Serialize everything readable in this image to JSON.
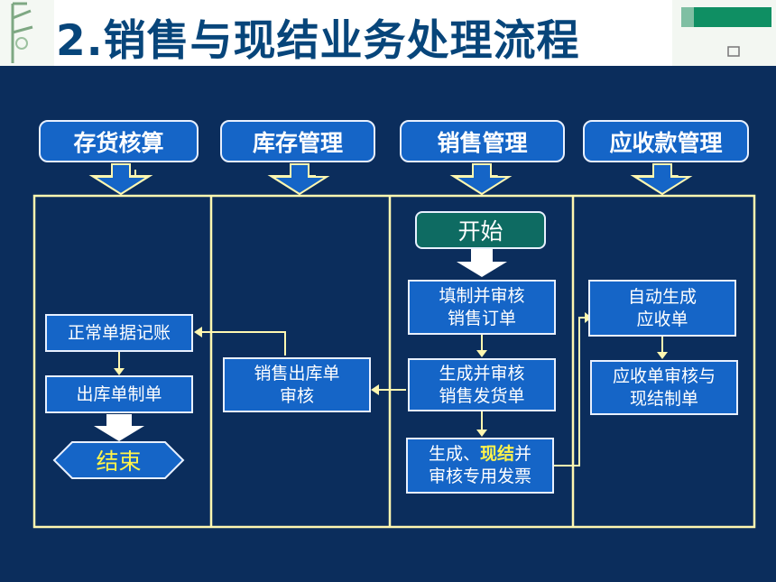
{
  "header": {
    "title": "2.销售与现结业务处理流程"
  },
  "departments": [
    "存货核算",
    "库存管理",
    "销售管理",
    "应收款管理"
  ],
  "nodes": {
    "start": "开始",
    "fill_order": "填制并审核\n销售订单",
    "gen_delivery": "生成并审核\n销售发货单",
    "invoice_pre": "生成、",
    "invoice_hl": "现结",
    "invoice_post": "并\n审核专用发票",
    "auto_receivable": "自动生成\n应收单",
    "receivable_review": "应收单审核与\n现结制单",
    "outbound_review": "销售出库单\n审核",
    "normal_bookkeeping": "正常单据记账",
    "outbound_voucher": "出库单制单",
    "end": "结束"
  },
  "colors": {
    "background": "#0b2d5c",
    "box_fill": "#1565c7",
    "start_fill": "#0e6b62",
    "lane_line": "#fff7b0",
    "highlight_text": "#fff34a",
    "title_text": "#07457a"
  }
}
